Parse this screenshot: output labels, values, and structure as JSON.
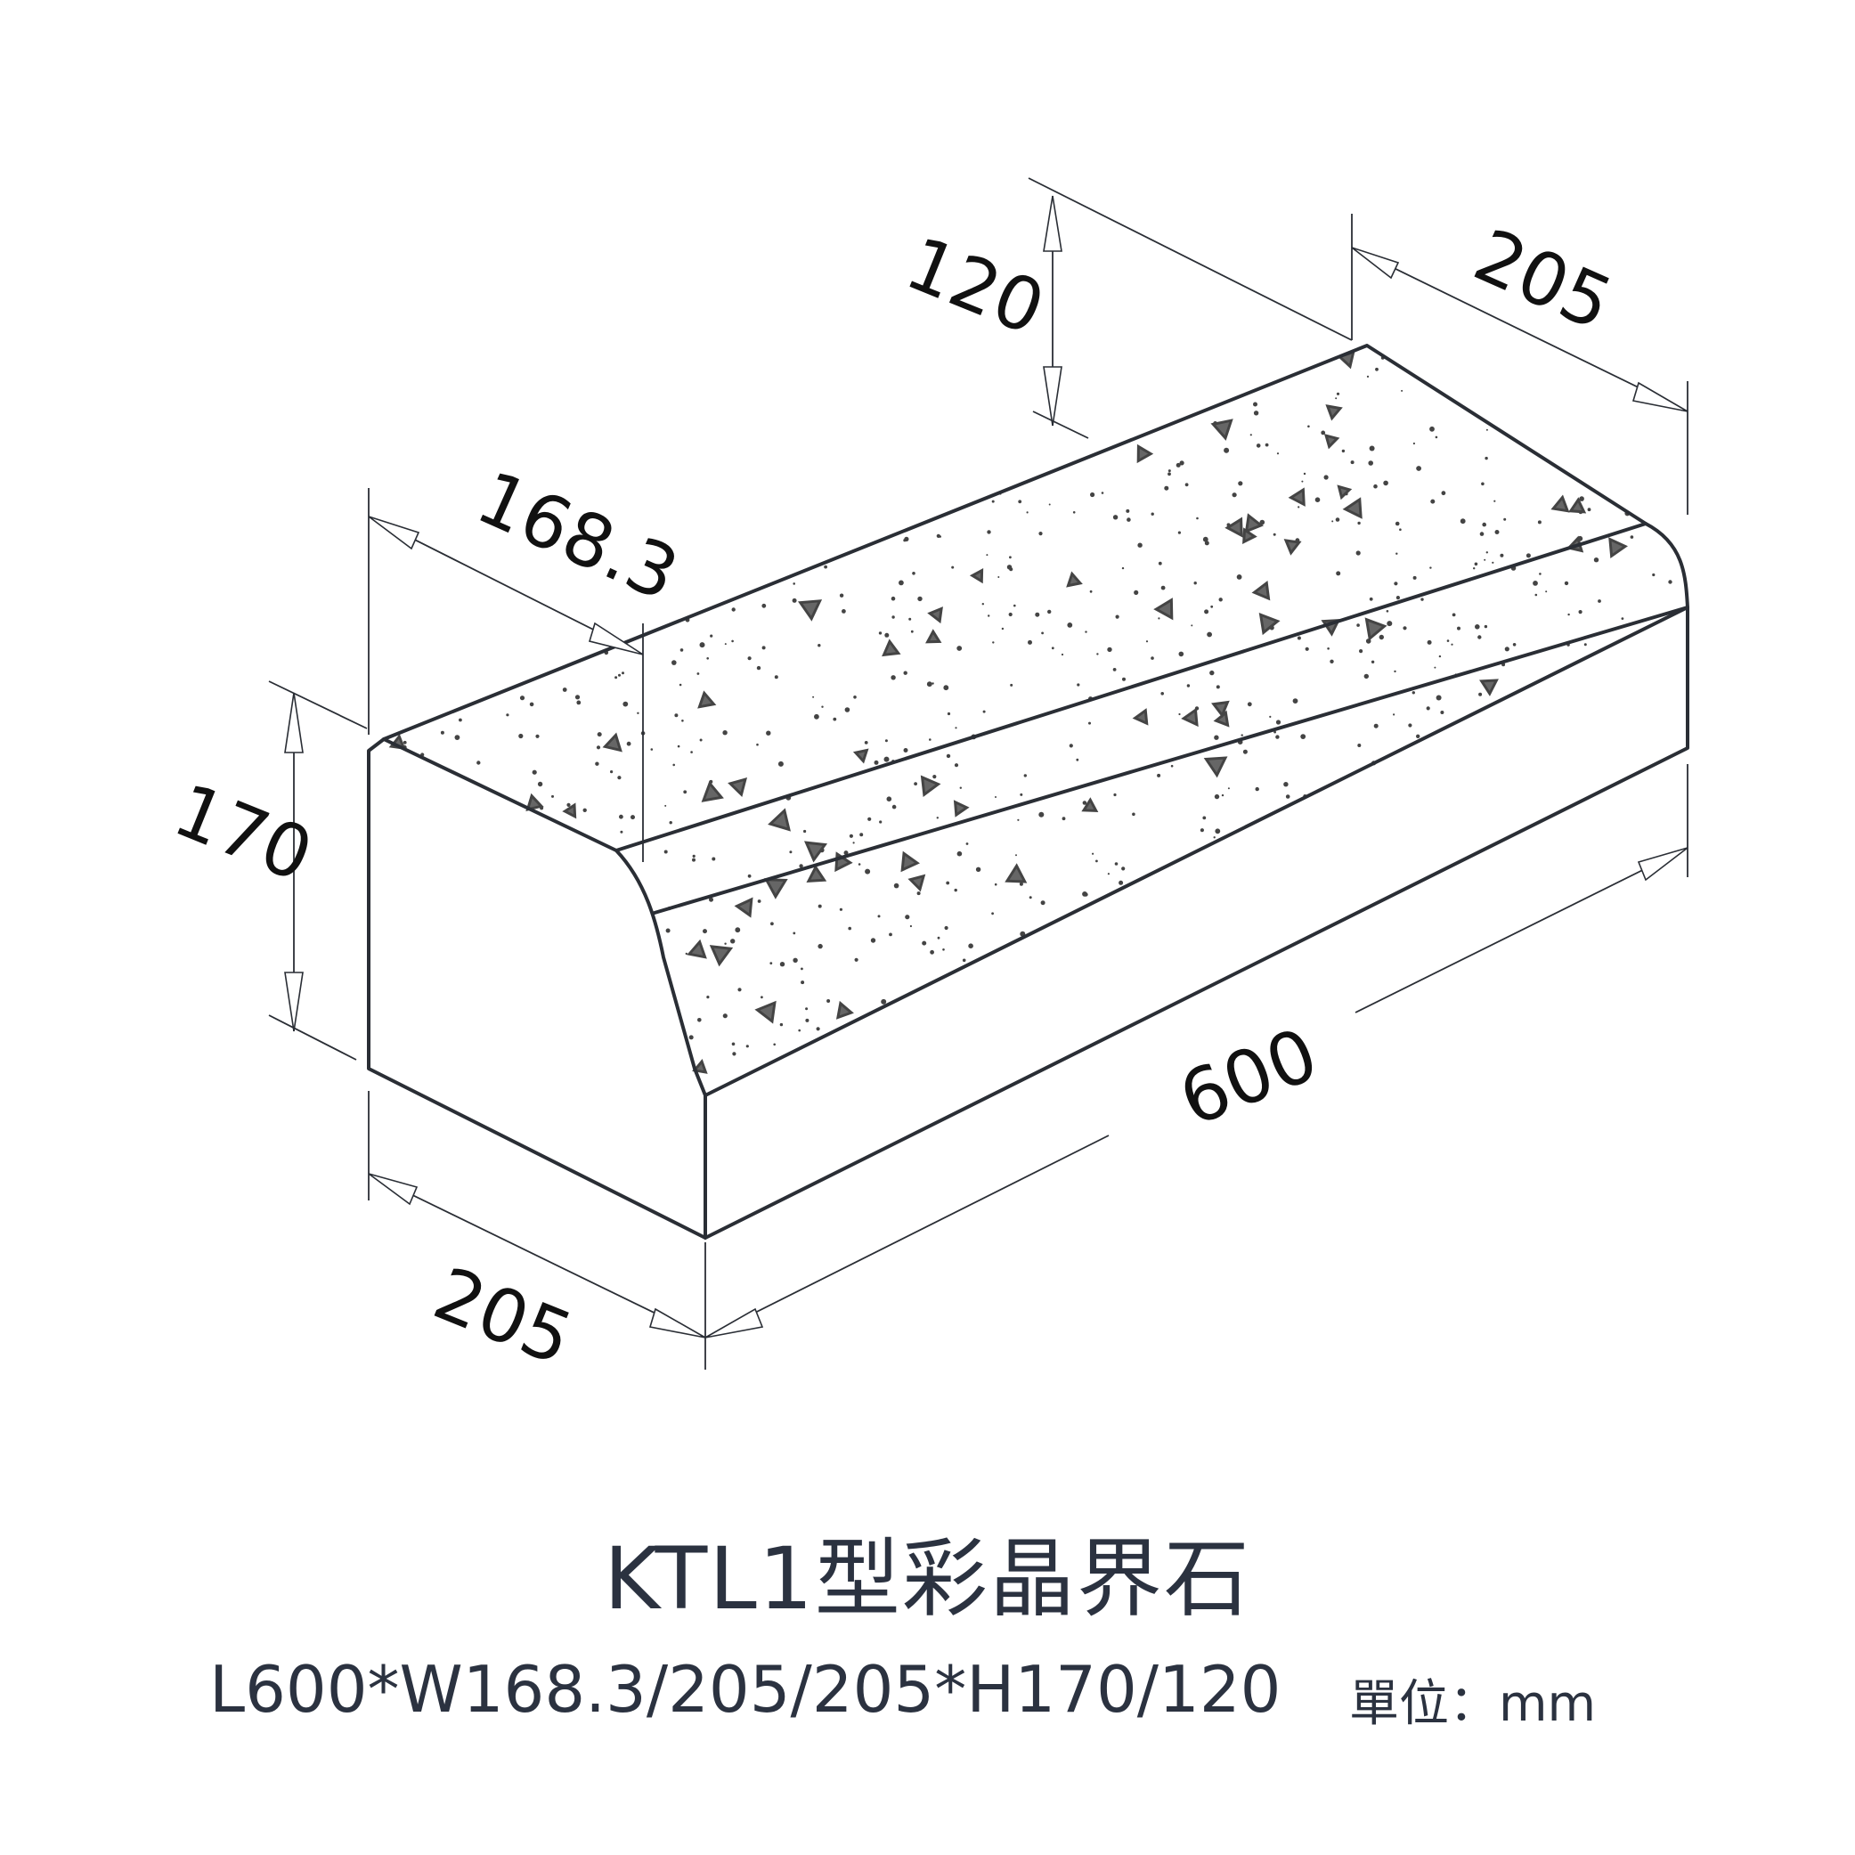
{
  "dimensions": {
    "top_height": "120",
    "back_width": "205",
    "top_width": "168.3",
    "front_height": "170",
    "length": "600",
    "base_width": "205"
  },
  "product_title": "KTL1型彩晶界石",
  "spec_line": "L600*W168.3/205/205*H170/120",
  "unit_label": "單位：mm",
  "colors": {
    "line": "#2a2e35",
    "text": "#2b3240",
    "speckle": "#444444"
  }
}
